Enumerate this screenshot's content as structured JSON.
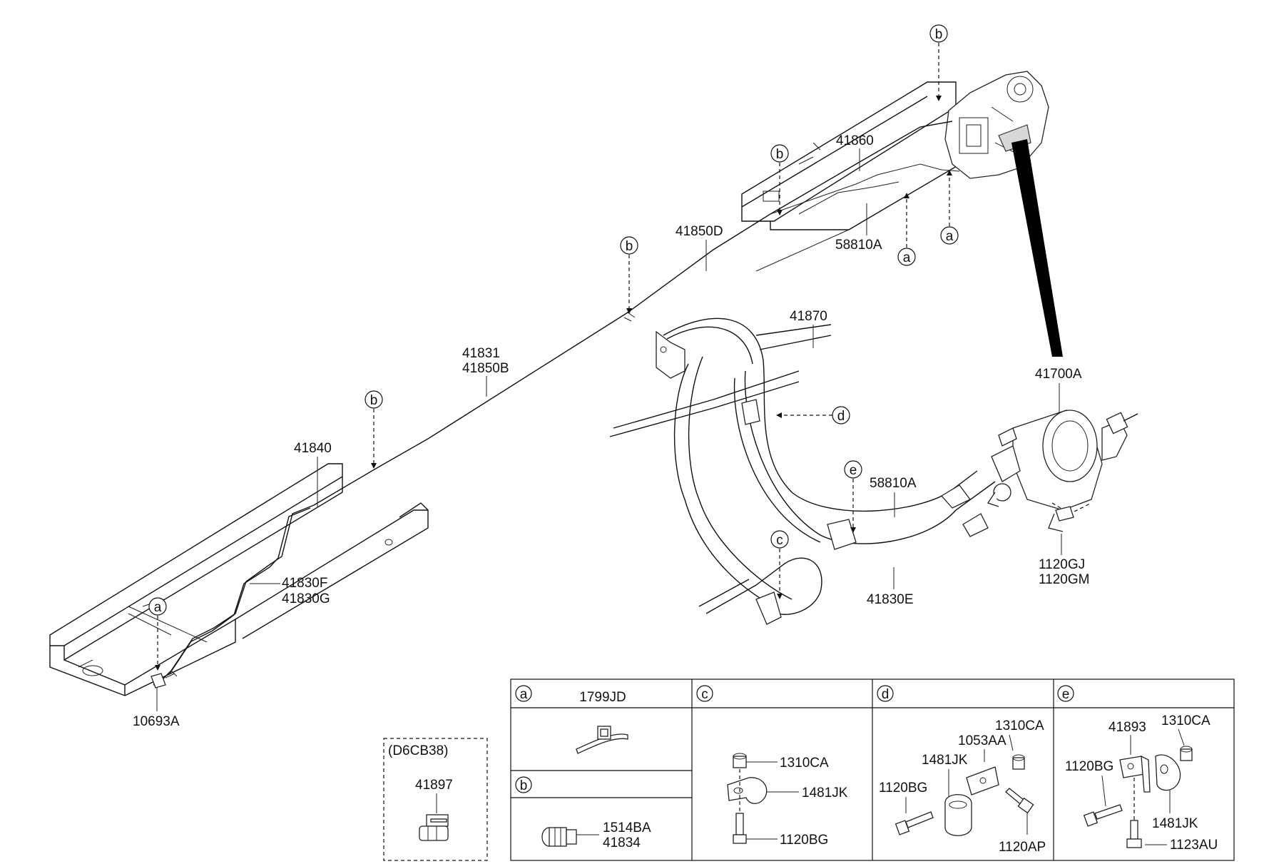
{
  "labels": {
    "p41860": "41860",
    "p41850d": "41850D",
    "p58810a_top": "58810A",
    "p41831": "41831",
    "p41850b": "41850B",
    "p41870": "41870",
    "p41700a": "41700A",
    "p41840": "41840",
    "p58810a_mid": "58810A",
    "p41830f": "41830F",
    "p41830g": "41830G",
    "p41830e": "41830E",
    "p1120gj": "1120GJ",
    "p1120gm": "1120GM",
    "p10693a": "10693A"
  },
  "callouts": {
    "b": "b",
    "a": "a",
    "c": "c",
    "d": "d",
    "e": "e"
  },
  "variant_box": {
    "title": "(D6CB38)",
    "part": "41897"
  },
  "table": {
    "cell_a": {
      "letter": "a",
      "part": "1799JD"
    },
    "cell_b": {
      "letter": "b",
      "part1": "1514BA",
      "part2": "41834"
    },
    "cell_c": {
      "letter": "c",
      "parts": [
        "1310CA",
        "1481JK",
        "1120BG"
      ]
    },
    "cell_d": {
      "letter": "d",
      "parts": [
        "1310CA",
        "1053AA",
        "1481JK",
        "1120BG",
        "1120AP"
      ]
    },
    "cell_e": {
      "letter": "e",
      "parts": [
        "1310CA",
        "41893",
        "1120BG",
        "1481JK",
        "1123AU"
      ]
    }
  }
}
